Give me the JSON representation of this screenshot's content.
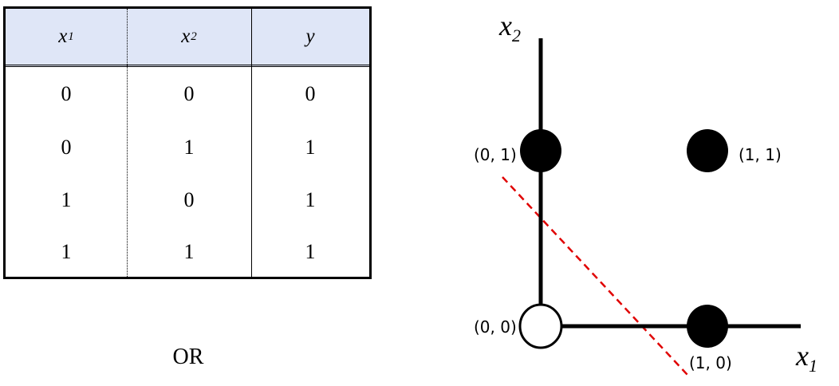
{
  "table": {
    "headers": [
      {
        "base": "x",
        "sub": "1"
      },
      {
        "base": "x",
        "sub": "2"
      },
      {
        "base": "y",
        "sub": ""
      }
    ],
    "rows": [
      [
        "0",
        "0",
        "0"
      ],
      [
        "0",
        "1",
        "1"
      ],
      [
        "1",
        "0",
        "1"
      ],
      [
        "1",
        "1",
        "1"
      ]
    ]
  },
  "caption": "OR",
  "plot": {
    "x_axis": {
      "base": "x",
      "sub": "1"
    },
    "y_axis": {
      "base": "x",
      "sub": "2"
    },
    "points": [
      {
        "x": 0,
        "y": 0,
        "label": "(0, 0)",
        "filled": false
      },
      {
        "x": 0,
        "y": 1,
        "label": "(0, 1)",
        "filled": true
      },
      {
        "x": 1,
        "y": 0,
        "label": "(1, 0)",
        "filled": true
      },
      {
        "x": 1,
        "y": 1,
        "label": "(1, 1)",
        "filled": true
      }
    ],
    "decision_boundary": {
      "style": "dashed",
      "color": "#e00000"
    }
  }
}
